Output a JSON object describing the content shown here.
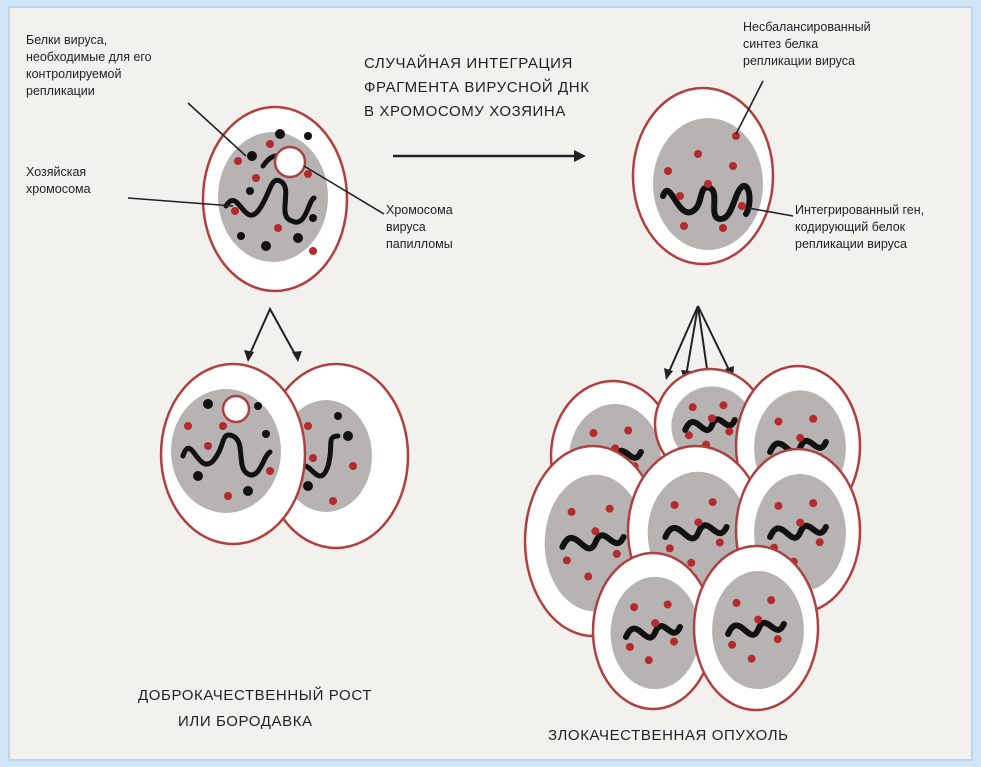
{
  "labels": {
    "virus_proteins": [
      "Белки вируса,",
      "необходимые для его",
      "контролируемой",
      "репликации"
    ],
    "host_chromosome": [
      "Хозяйская",
      "хромосома"
    ],
    "virus_chromosome": [
      "Хромосома",
      "вируса",
      "папилломы"
    ],
    "integration_title": [
      "СЛУЧАЙНАЯ ИНТЕГРАЦИЯ",
      "ФРАГМЕНТА ВИРУСНОЙ ДНК",
      "В ХРОМОСОМУ ХОЗЯИНА"
    ],
    "unbalanced_synthesis": [
      "Несбалансированный",
      "синтез белка",
      "репликации вируса"
    ],
    "integrated_gene": [
      "Интегрированный ген,",
      "кодирующий белок",
      "репликации вируса"
    ],
    "benign_growth": [
      "ДОБРОКАЧЕСТВЕННЫЙ РОСТ",
      "ИЛИ БОРОДАВКА"
    ],
    "malignant_tumor": [
      "ЗЛОКАЧЕСТВЕННАЯ ОПУХОЛЬ"
    ]
  },
  "colors": {
    "cell_border": "#b0403f",
    "cell_fill": "#ffffff",
    "nucleus": "#b7b3b3",
    "dot": "#b52a2a",
    "chromosome": "#111111"
  }
}
